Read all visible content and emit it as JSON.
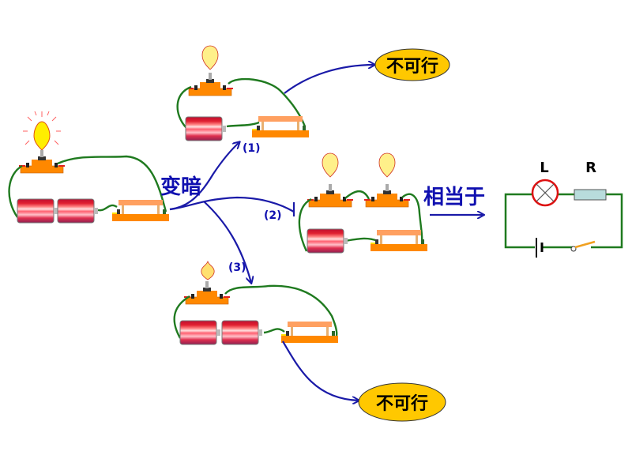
{
  "labels": {
    "dimmer": "变暗",
    "equivalent": "相当于",
    "not_feasible_top": "不可行",
    "not_feasible_bottom": "不可行",
    "option_1": "(1)",
    "option_2": "(2)",
    "option_3": "(3)",
    "lamp_symbol": "L",
    "resistor_symbol": "R"
  },
  "colors": {
    "arrow": "#1a1aa8",
    "label_text": "#1010b0",
    "wire": "#1f7a1f",
    "bubble_fill": "#ffc800",
    "lamp_circle": "#dd1111",
    "resistor_fill": "#b8dcdc",
    "switch_blade": "#f0a020"
  },
  "circuits": [
    {
      "id": "original",
      "bulbs": 1,
      "batteries": 2,
      "bulb_state": "bright"
    },
    {
      "id": "option-1",
      "bulbs": 1,
      "batteries": 1,
      "bulb_state": "dim",
      "result": "not_feasible"
    },
    {
      "id": "option-2",
      "bulbs": 2,
      "batteries": 1,
      "bulb_state": "dim",
      "result": "equivalent"
    },
    {
      "id": "option-3",
      "bulbs": 1,
      "batteries": 2,
      "bulb_state": "dim-flame",
      "result": "not_feasible"
    }
  ]
}
